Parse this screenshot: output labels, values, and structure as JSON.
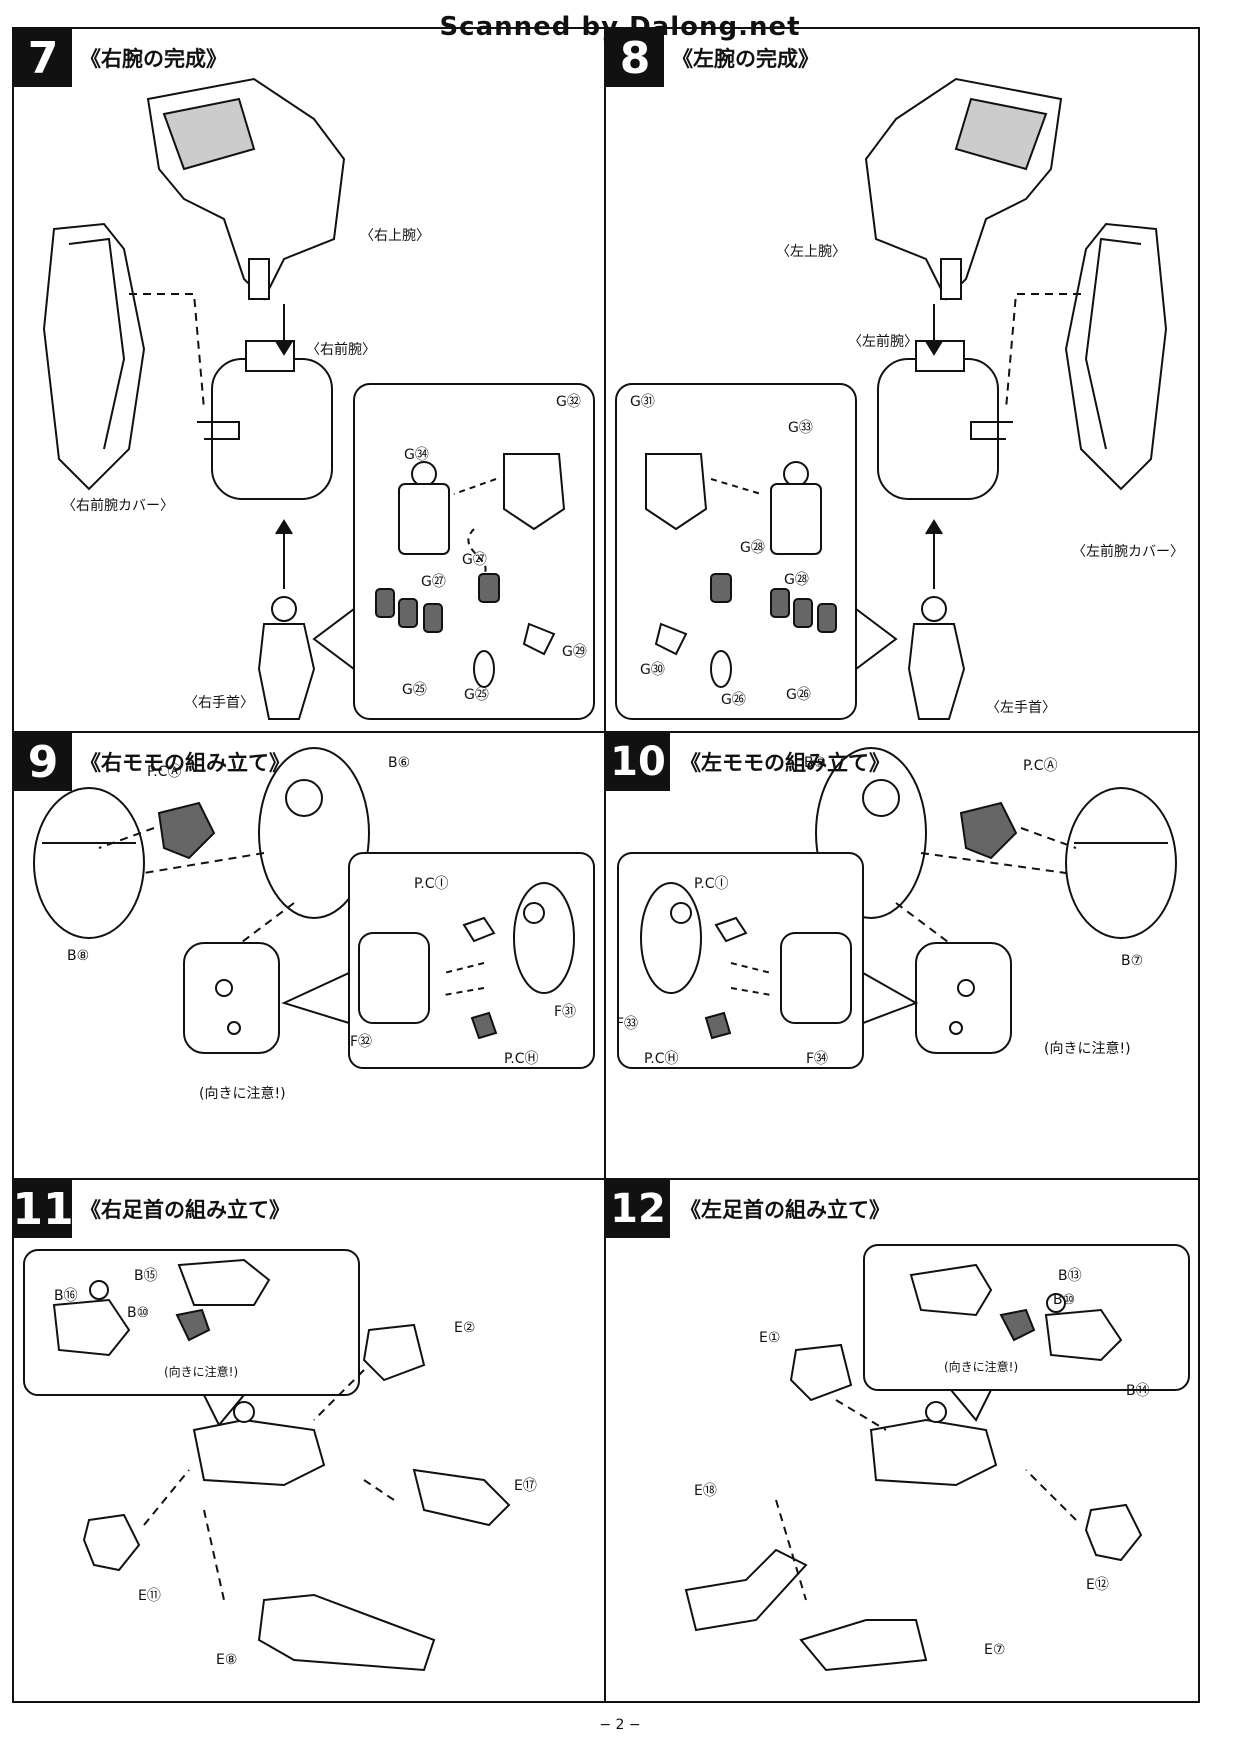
{
  "header": {
    "watermark": "Scanned by Dalong.net"
  },
  "steps": [
    {
      "number": "7",
      "title": "《右腕の完成》",
      "labels": {
        "upper_arm": "〈右上腕〉",
        "forearm": "〈右前腕〉",
        "forearm_cover": "〈右前腕カバー〉",
        "wrist": "〈右手首〉"
      },
      "parts": {
        "g34": "G㉞",
        "g32": "G㉜",
        "g27a": "G㉗",
        "g27b": "G㉗",
        "g25a": "G㉕",
        "g25b": "G㉕",
        "g29": "G㉙"
      }
    },
    {
      "number": "8",
      "title": "《左腕の完成》",
      "labels": {
        "upper_arm": "〈左上腕〉",
        "forearm": "〈左前腕〉",
        "forearm_cover": "〈左前腕カバー〉",
        "wrist": "〈左手首〉"
      },
      "parts": {
        "g31": "G㉛",
        "g33": "G㉝",
        "g28a": "G㉘",
        "g28b": "G㉘",
        "g30": "G㉚",
        "g26a": "G㉖",
        "g26b": "G㉖"
      }
    },
    {
      "number": "9",
      "title": "《右モモの組み立て》",
      "labels": {
        "caution": "(向きに注意!)"
      },
      "parts": {
        "pca": "P.CⒶ",
        "b6": "B⑥",
        "b8": "B⑧",
        "pci": "P.CⒾ",
        "f31": "F㉛",
        "f32": "F㉜",
        "pch": "P.CⒽ"
      }
    },
    {
      "number": "10",
      "title": "《左モモの組み立て》",
      "labels": {
        "caution": "(向きに注意!)"
      },
      "parts": {
        "b5": "B⑤",
        "pca": "P.CⒶ",
        "pci": "P.CⒾ",
        "f33": "F㉝",
        "pch": "P.CⒽ",
        "f34": "F㉞",
        "b7": "B⑦"
      }
    },
    {
      "number": "11",
      "title": "《右足首の組み立て》",
      "labels": {
        "caution": "(向きに注意!)"
      },
      "parts": {
        "b15": "B⑮",
        "b16": "B⑯",
        "b10": "B⑩",
        "e2": "E②",
        "e17": "E⑰",
        "e11": "E⑪",
        "e8": "E⑧"
      }
    },
    {
      "number": "12",
      "title": "《左足首の組み立て》",
      "labels": {
        "caution": "(向きに注意!)"
      },
      "parts": {
        "b13": "B⑬",
        "b10": "B⑩",
        "e1": "E①",
        "b14": "B⑭",
        "e18": "E⑱",
        "e12": "E⑫",
        "e7": "E⑦"
      }
    }
  ],
  "footer": {
    "page_number": "− 2 −"
  }
}
